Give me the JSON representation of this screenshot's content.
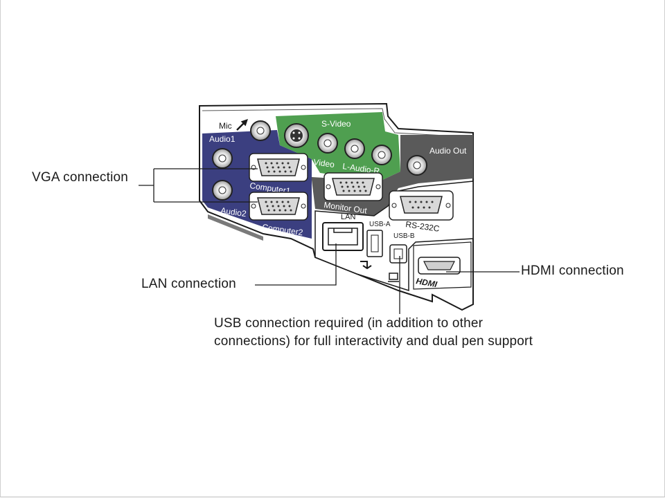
{
  "panel": {
    "mic": "Mic",
    "s_video": "S-Video",
    "video": "Video",
    "l_audio_r": "L-Audio-R",
    "audio1": "Audio1",
    "audio2": "Audio2",
    "computer1": "Computer1",
    "computer2": "Computer2",
    "monitor_out": "Monitor Out",
    "audio_out": "Audio Out",
    "rs232c": "RS-232C",
    "lan": "LAN",
    "usb_a": "USB-A",
    "usb_b": "USB-B",
    "hdmi_logo": "HDMI"
  },
  "callouts": {
    "vga": "VGA connection",
    "lan": "LAN connection",
    "hdmi": "HDMI connection",
    "usb_line1": "USB connection required (in addition to other",
    "usb_line2": "connections) for full interactivity and dual pen support"
  },
  "colors": {
    "blue_panel": "#3b3f80",
    "green_panel": "#4f9f50",
    "gray_panel": "#5a5a5a",
    "line": "#1a1a1a"
  }
}
